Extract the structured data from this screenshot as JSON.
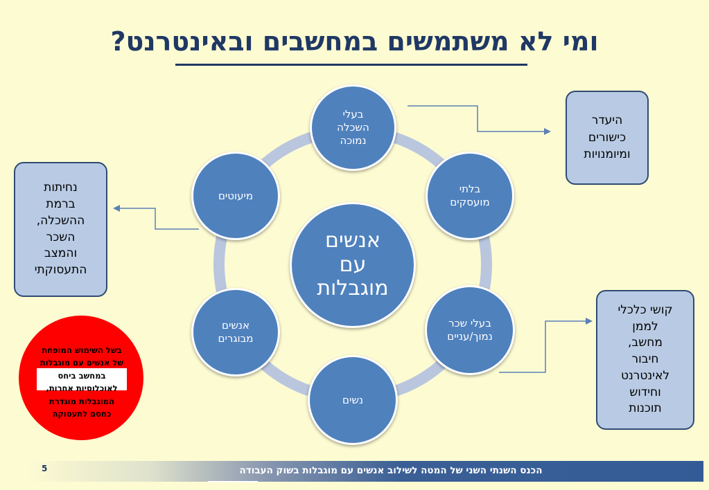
{
  "slide": {
    "title": "ומי לא משתמשים במחשבים ובאינטרנט?",
    "center_node": "אנשים\nעם\nמוגבלות",
    "ring_nodes": {
      "top": "בעלי\nהשכלה\nנמוכה",
      "top_right": "בלתי\nמועסקים",
      "bottom_right": "בעלי שכר\nנמוך/עניים",
      "bottom": "נשים",
      "bottom_left": "אנשים\nמבוגרים",
      "top_left": "מיעוטים"
    },
    "notes": {
      "right_top": "היעדר\nכישורים\nומיומנויות",
      "left": "נחיתות\nברמת\nההשכלה,\nהשכר\nוהמצב\nהתעסוקתי",
      "right_bottom": "קושי כלכלי\nלממן\nמחשב,\nחיבור\nלאינטרנט\nוחידוש\nתוכנות"
    },
    "red_callout": "בשל השימוש המופחת\nשל אנשים עם מוגבלות\nבמחשב ביחס\nלאוכלוסיות אחרות,\nהמוגבלות מוגדרת\nכחסם לתעסוקה",
    "footer": {
      "page_number": "5",
      "text": "הכנס השנתי השני של המטה לשילוב אנשים עם מוגבלות בשוק העבודה"
    },
    "colors": {
      "background": "#fdfbd2",
      "node": "#4f81bd",
      "ring": "#b9c6de",
      "note_fill": "#b9cbe4",
      "red_callout": "#ff0000",
      "title": "#1f3864"
    }
  }
}
